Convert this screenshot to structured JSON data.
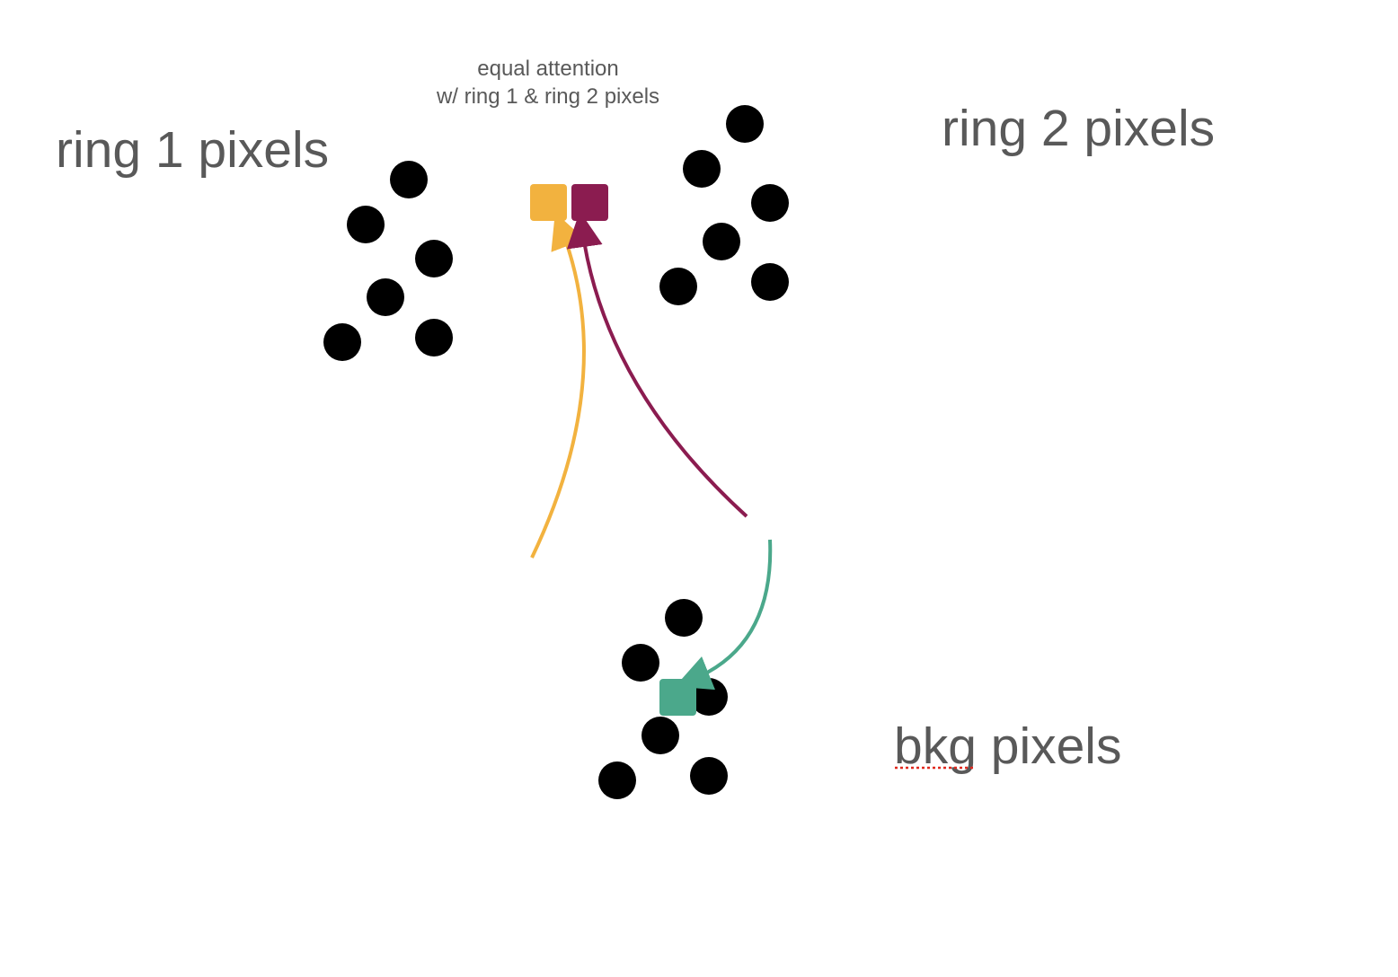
{
  "labels": {
    "ring1": "ring 1 pixels",
    "ring2": "ring 2 pixels",
    "bkg": "bkg pixels",
    "note_line1": "equal attention",
    "note_line2": "w/ ring 1 & ring 2 pixels"
  },
  "colors": {
    "ring1_query": "#F2B23F",
    "ring2_query": "#8B1C50",
    "bkg_query": "#4BA88B",
    "pixel": "#000000",
    "text": "#595959",
    "spellcheck_underline": "#E0281E"
  },
  "groups": {
    "ring1": {
      "pixel_count": 6
    },
    "ring2": {
      "pixel_count": 6
    },
    "bkg": {
      "pixel_count": 6
    }
  }
}
